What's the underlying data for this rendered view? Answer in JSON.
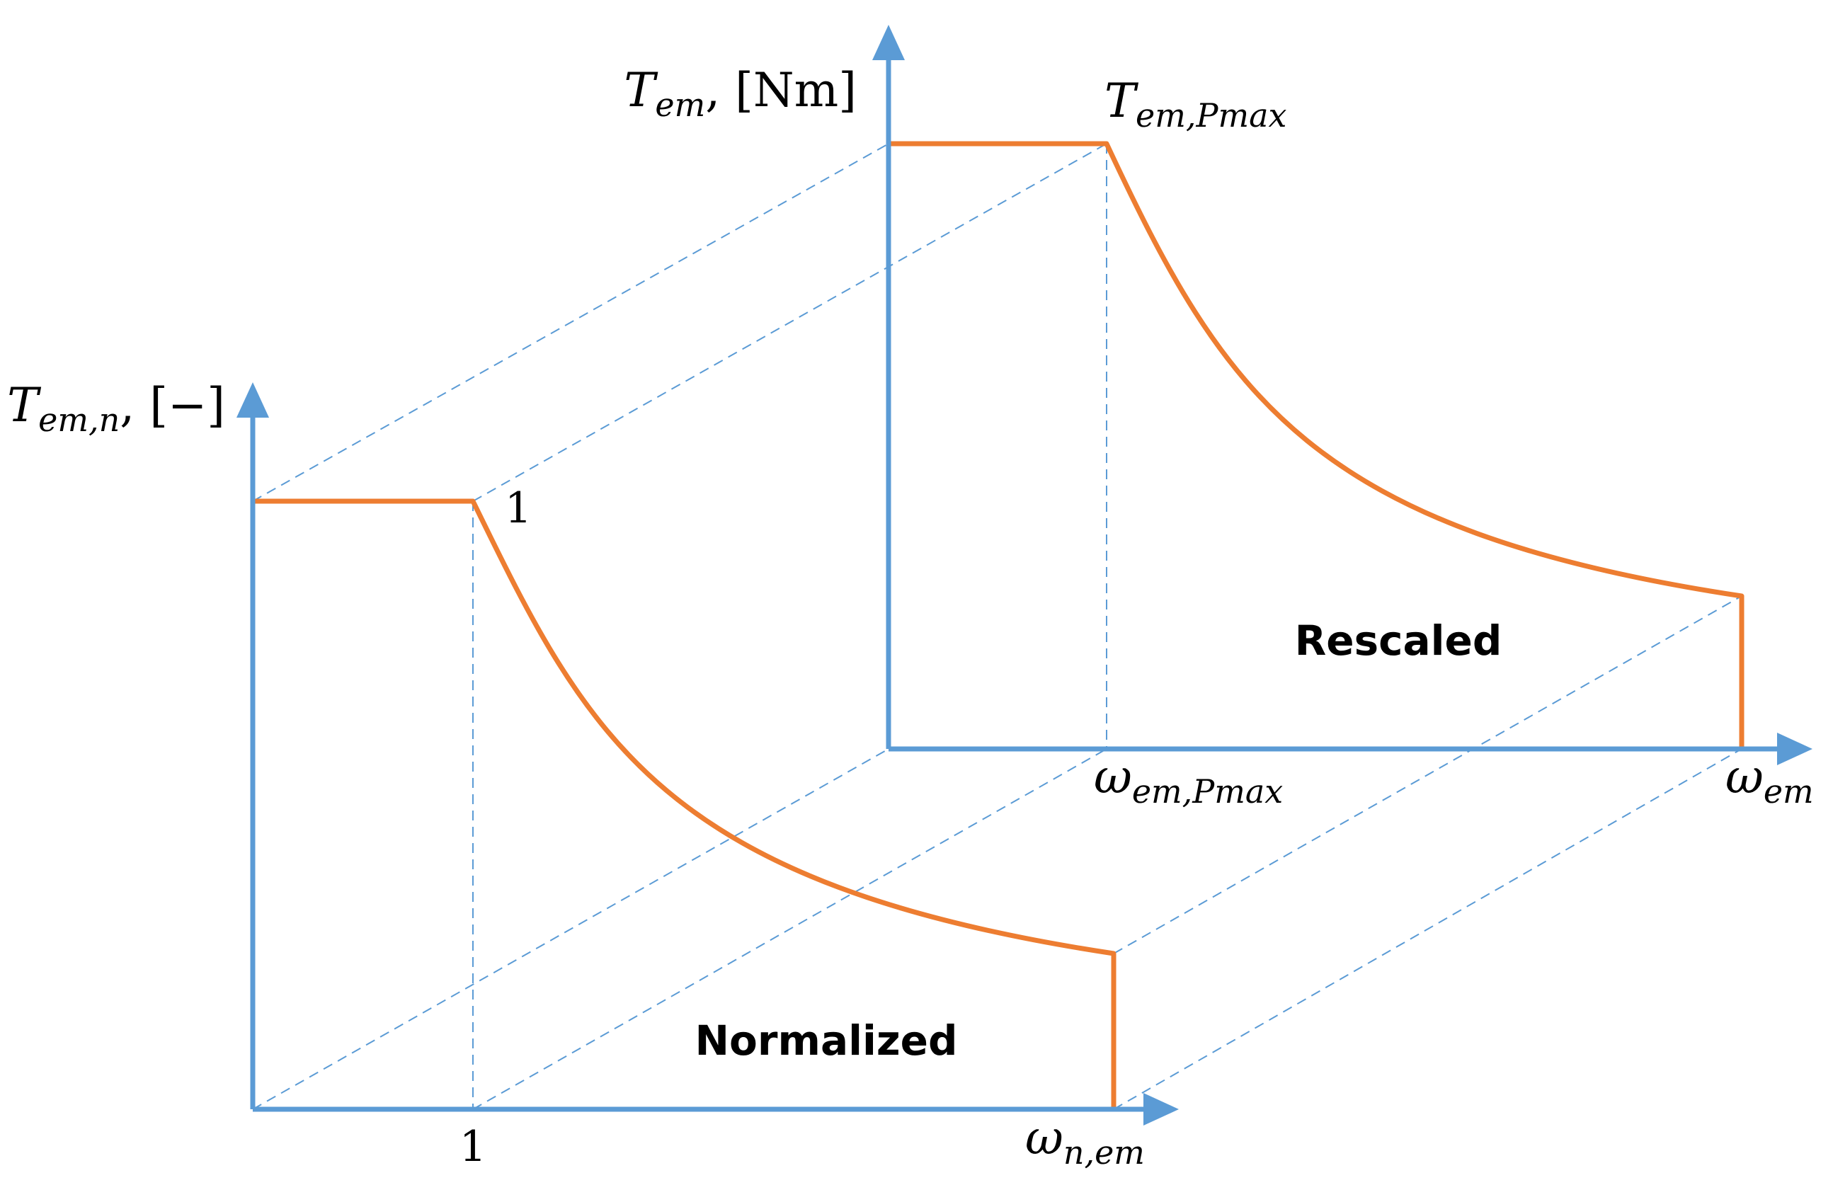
{
  "colors": {
    "axis": "#5b9bd5",
    "curve": "#ed7d31",
    "guide": "#5b9bd5",
    "text": "#000000",
    "background": "#ffffff"
  },
  "normalized": {
    "region_label": "Normalized",
    "y_axis": {
      "base": "T",
      "sub": "em,n",
      "unit": ", [−]"
    },
    "x_axis": {
      "base": "ω",
      "sub": "n,em"
    },
    "torque_tick": "1",
    "speed_tick": "1"
  },
  "rescaled": {
    "region_label": "Rescaled",
    "y_axis": {
      "base": "T",
      "sub": "em",
      "unit": ", [Nm]"
    },
    "x_axis": {
      "base": "ω",
      "sub": "em"
    },
    "torque_tick": {
      "base": "T",
      "sub": "em,Pmax"
    },
    "speed_tick": {
      "base": "ω",
      "sub": "em,Pmax"
    }
  }
}
